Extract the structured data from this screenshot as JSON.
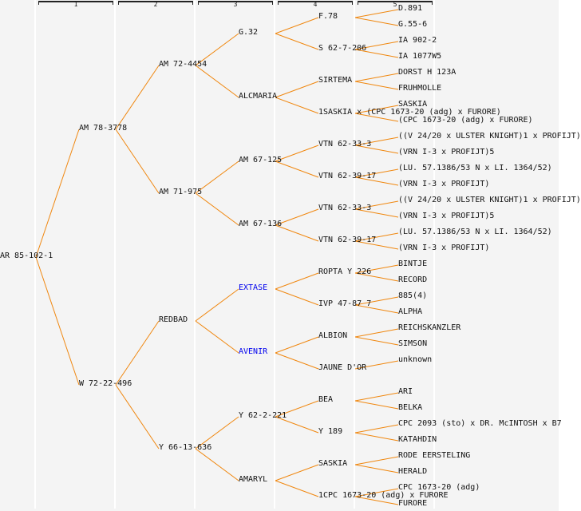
{
  "pedigree": {
    "generation_headers": [
      "1",
      "2",
      "3",
      "4",
      "5"
    ],
    "colors": {
      "line": "#f0870f",
      "text": "#111111",
      "link_text": "#0000ee",
      "column_bg": "#f3f3f3"
    },
    "root": {
      "name": "AR 85-102-1",
      "parents": [
        {
          "name": "AM 78-3778",
          "parents": [
            {
              "name": "AM 72-4454",
              "parents": [
                {
                  "name": "G.32",
                  "parents": [
                    {
                      "name": "F.78",
                      "parents": [
                        {
                          "name": "D.891"
                        },
                        {
                          "name": "G.55-6"
                        }
                      ]
                    },
                    {
                      "name": "S 62-7-206",
                      "parents": [
                        {
                          "name": "IA 902-2"
                        },
                        {
                          "name": "IA 1077W5"
                        }
                      ]
                    }
                  ]
                },
                {
                  "name": "ALCMARIA",
                  "parents": [
                    {
                      "name": "SIRTEMA",
                      "parents": [
                        {
                          "name": "DORST H 123A"
                        },
                        {
                          "name": "FRUHMOLLE"
                        }
                      ]
                    },
                    {
                      "name": "1SASKIA x (CPC 1673-20 (adg) x FURORE)",
                      "parents": [
                        {
                          "name": "SASKIA"
                        },
                        {
                          "name": "(CPC 1673-20 (adg) x FURORE)"
                        }
                      ]
                    }
                  ]
                }
              ]
            },
            {
              "name": "AM 71-975",
              "parents": [
                {
                  "name": "AM 67-125",
                  "parents": [
                    {
                      "name": "VTN 62-33-3",
                      "parents": [
                        {
                          "name": "((V 24/20 x ULSTER KNIGHT)1 x PROFIJT)"
                        },
                        {
                          "name": "(VRN I-3 x PROFIJT)5"
                        }
                      ]
                    },
                    {
                      "name": "VTN 62-39-17",
                      "parents": [
                        {
                          "name": "(LU. 57.1386/53 N x LI. 1364/52)"
                        },
                        {
                          "name": "(VRN I-3 x PROFIJT)"
                        }
                      ]
                    }
                  ]
                },
                {
                  "name": "AM 67-136",
                  "parents": [
                    {
                      "name": "VTN 62-33-3",
                      "parents": [
                        {
                          "name": "((V 24/20 x ULSTER KNIGHT)1 x PROFIJT)"
                        },
                        {
                          "name": "(VRN I-3 x PROFIJT)5"
                        }
                      ]
                    },
                    {
                      "name": "VTN 62-39-17",
                      "parents": [
                        {
                          "name": "(LU. 57.1386/53 N x LI. 1364/52)"
                        },
                        {
                          "name": "(VRN I-3 x PROFIJT)"
                        }
                      ]
                    }
                  ]
                }
              ]
            }
          ]
        },
        {
          "name": "W 72-22-496",
          "parents": [
            {
              "name": "REDBAD",
              "parents": [
                {
                  "name": "EXTASE",
                  "link": true,
                  "parents": [
                    {
                      "name": "ROPTA Y 226",
                      "parents": [
                        {
                          "name": "BINTJE"
                        },
                        {
                          "name": "RECORD"
                        }
                      ]
                    },
                    {
                      "name": "IVP 47-87 7",
                      "parents": [
                        {
                          "name": "885(4)"
                        },
                        {
                          "name": "ALPHA"
                        }
                      ]
                    }
                  ]
                },
                {
                  "name": "AVENIR",
                  "link": true,
                  "parents": [
                    {
                      "name": "ALBION",
                      "parents": [
                        {
                          "name": "REICHSKANZLER"
                        },
                        {
                          "name": "SIMSON"
                        }
                      ]
                    },
                    {
                      "name": "JAUNE D'OR",
                      "parents": [
                        {
                          "name": "unknown"
                        }
                      ]
                    }
                  ]
                }
              ]
            },
            {
              "name": "Y 66-13-636",
              "parents": [
                {
                  "name": "Y 62-2-221",
                  "parents": [
                    {
                      "name": "BEA",
                      "parents": [
                        {
                          "name": "ARI"
                        },
                        {
                          "name": "BELKA"
                        }
                      ]
                    },
                    {
                      "name": "Y 189",
                      "parents": [
                        {
                          "name": "CPC 2093 (sto) x DR. McINTOSH x B7"
                        },
                        {
                          "name": "KATAHDIN"
                        }
                      ]
                    }
                  ]
                },
                {
                  "name": "AMARYL",
                  "parents": [
                    {
                      "name": "SASKIA",
                      "parents": [
                        {
                          "name": "RODE EERSTELING"
                        },
                        {
                          "name": "HERALD"
                        }
                      ]
                    },
                    {
                      "name": "1CPC 1673-20 (adg) x FURORE",
                      "parents": [
                        {
                          "name": "CPC 1673-20 (adg)"
                        },
                        {
                          "name": "FURORE"
                        }
                      ]
                    }
                  ]
                }
              ]
            }
          ]
        }
      ]
    }
  }
}
